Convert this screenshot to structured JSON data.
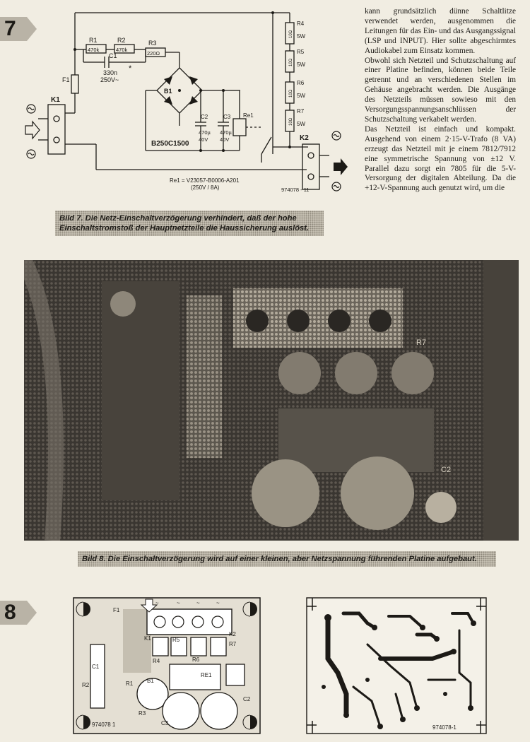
{
  "figure7": {
    "number": "7",
    "caption": "Bild 7. Die Netz-Einschaltverzögerung verhindert, daß der hohe Einschaltstromstoß der Hauptnetzteile die Haussicherung auslöst.",
    "labels": {
      "k1": "K1",
      "k2": "K2",
      "f1": "F1",
      "r1": "R1",
      "r1v": "470k",
      "r2": "R2",
      "r2v": "470k",
      "r3": "R3",
      "r3v": "220Ω",
      "c1": "C1",
      "c1v": "330n",
      "c1v2": "250V~",
      "star": "*",
      "b1": "B1",
      "bridge": "B250C1500",
      "c2": "C2",
      "c2v": "470µ",
      "c2v2": "40V",
      "c3": "C3",
      "c3v": "470µ",
      "c3v2": "40V",
      "re1": "Re1",
      "r4": "R4",
      "r5": "R5",
      "r6": "R6",
      "r7": "R7",
      "rv": "10Ω",
      "w": "5W",
      "relay_note": "Re1 = V23057-B0006-A201",
      "relay_note2": "(250V / 8A)",
      "code": "974078 - 11"
    }
  },
  "body": {
    "paragraphs": [
      "kann grundsätzlich dünne Schaltlitze verwendet werden, ausgenommen die Leitungen für das Ein- und das Ausgangssignal (LSP und INPUT). Hier sollte abgeschirmtes Audiokabel zum Einsatz kommen.",
      "Obwohl sich Netzteil und Schutzschaltung auf einer Platine befinden, können beide Teile getrennt und an verschiedenen Stellen im Gehäuse angebracht werden. Die Ausgänge des Netzteils müssen sowieso mit den Versorgungsspannungsanschlüssen der Schutzschaltung verkabelt werden.",
      "Das Netzteil ist einfach und kompakt. Ausgehend von einem 2·15-V-Trafo (8 VA) erzeugt das Netzteil mit je einem 7812/7912 eine symmetrische Spannung von ±12 V. Parallel dazu sorgt ein 7805 für die 5-V-Versorgung der digitalen Abteilung. Da die +12-V-Spannung auch genutzt wird, um die"
    ]
  },
  "figure_photo": {
    "caption": "Bild 8. Die Einschaltverzögerung wird auf einer kleinen, aber Netzspannung führenden Platine aufgebaut.",
    "labels": {
      "r7": "R7",
      "c2": "C2"
    }
  },
  "figure8": {
    "number": "8",
    "labels": {
      "f1": "F1",
      "r4": "R4",
      "r5": "R5",
      "r6": "R6",
      "r7": "R7",
      "k1": "K1",
      "k2": "K2",
      "c1": "C1",
      "r2": "R2",
      "r1": "R1",
      "r3": "R3",
      "b1": "B1",
      "re1": "RE1",
      "c2": "C2",
      "c3": "C3",
      "code_left": "974078 1",
      "code_right": "974078-1",
      "tilde": "~"
    }
  }
}
